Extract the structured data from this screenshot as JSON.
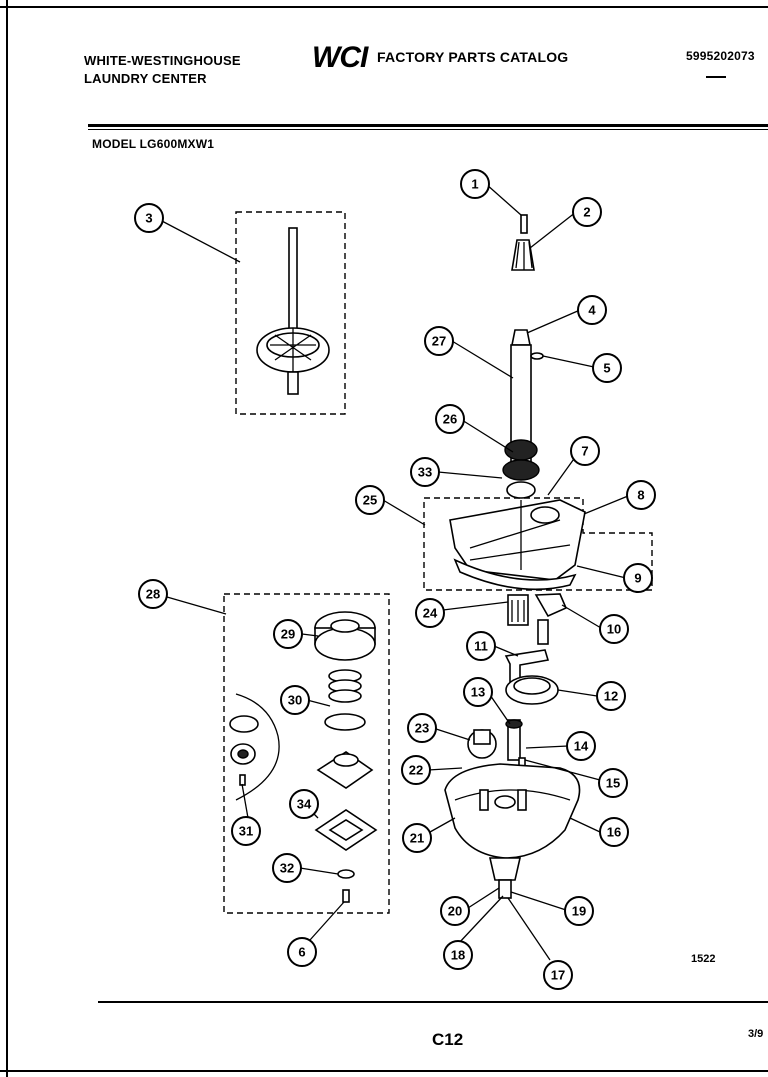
{
  "header": {
    "manufacturer_line1": "WHITE-WESTINGHOUSE",
    "manufacturer_line2": "LAUNDRY CENTER",
    "logo_text": "WCI",
    "catalog_title": "FACTORY PARTS CATALOG",
    "part_number": "5995202073",
    "model_label": "MODEL LG600MXW1"
  },
  "diagram": {
    "callouts": [
      "1",
      "2",
      "3",
      "4",
      "5",
      "6",
      "7",
      "8",
      "9",
      "10",
      "11",
      "12",
      "13",
      "14",
      "15",
      "16",
      "17",
      "18",
      "19",
      "20",
      "21",
      "22",
      "23",
      "24",
      "25",
      "26",
      "27",
      "28",
      "29",
      "30",
      "31",
      "32",
      "33",
      "34"
    ],
    "figure_number": "1522"
  },
  "footer": {
    "page": "C12",
    "date": "3/9"
  }
}
